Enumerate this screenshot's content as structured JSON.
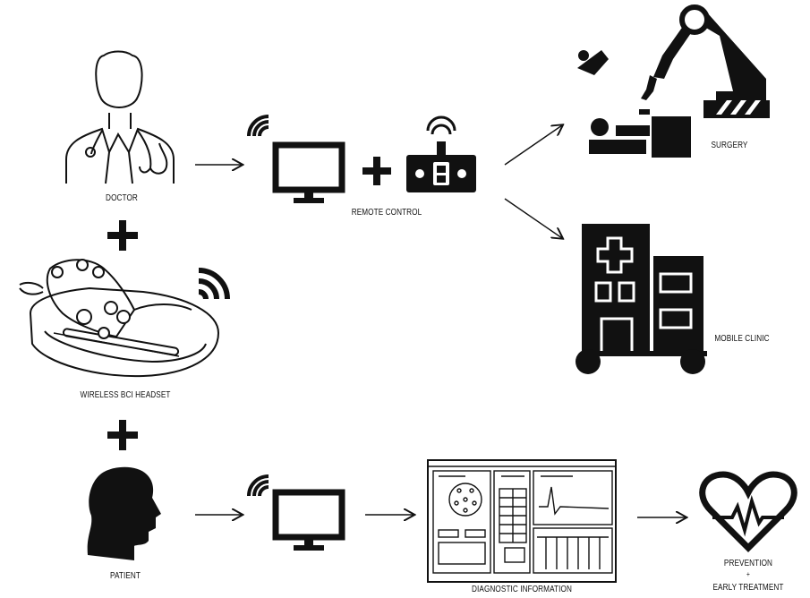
{
  "labels": {
    "doctor": "DOCTOR",
    "headset": "WIRELESS BCI HEADSET",
    "patient": "PATIENT",
    "remote": "REMOTE CONTROL",
    "surgery": "SURGERY",
    "clinic": "MOBILE CLINIC",
    "diagnostic": "DIAGNOSTIC INFORMATION",
    "prevention": "PREVENTION",
    "plus_small": "+",
    "early": "EARLY TREATMENT"
  },
  "icons": [
    "doctor-icon",
    "bci-headset-icon",
    "patient-head-icon",
    "wireless-monitor-icon",
    "remote-control-icon",
    "surgical-robot-icon",
    "mobile-clinic-icon",
    "diagnostic-screen-icon",
    "heartbeat-icon",
    "plus-icon",
    "arrow-icon",
    "wifi-signal-icon"
  ],
  "colors": {
    "ink": "#111111",
    "paper": "#ffffff"
  }
}
